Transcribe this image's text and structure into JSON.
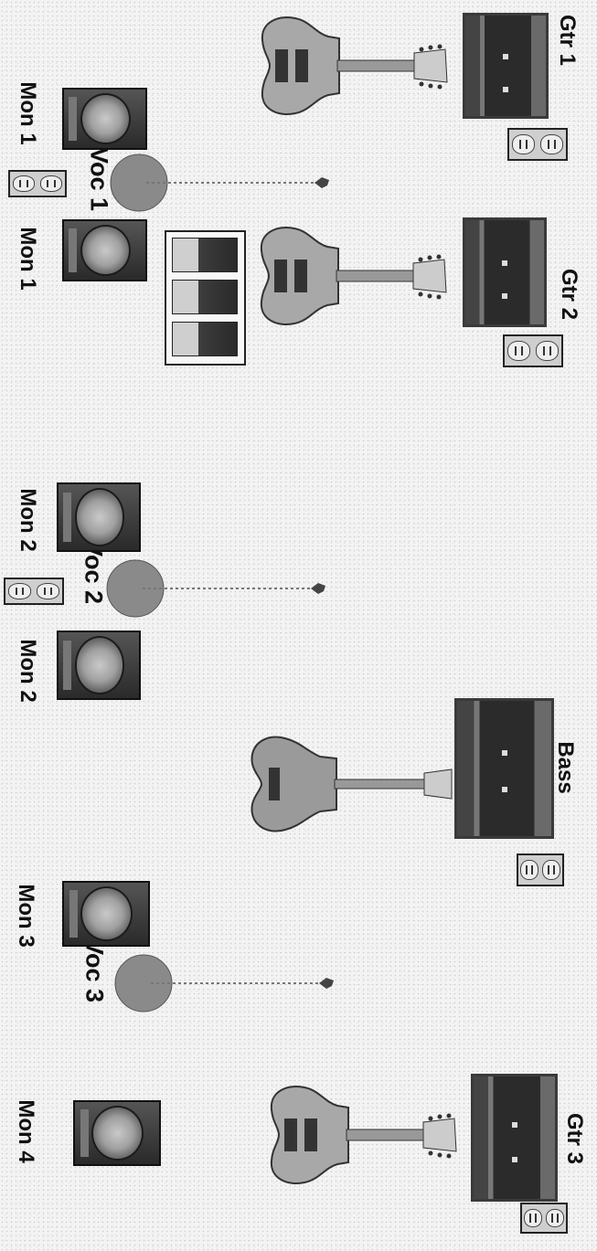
{
  "stage_plot": {
    "guitar_1": {
      "amp_label": "Gtr 1"
    },
    "guitar_2": {
      "amp_label": "Gtr 2"
    },
    "guitar_3": {
      "amp_label": "Gtr 3"
    },
    "bass": {
      "amp_label": "Bass"
    },
    "vocals": [
      {
        "label": "Voc 1"
      },
      {
        "label": "Voc 2"
      },
      {
        "label": "Voc 3"
      }
    ],
    "monitors": {
      "mon1_a": "Mon 1",
      "mon1_b": "Mon 1",
      "mon2_a": "Mon 2",
      "mon2_b": "Mon 2",
      "mon3": "Mon 3",
      "mon4": "Mon 4"
    }
  }
}
